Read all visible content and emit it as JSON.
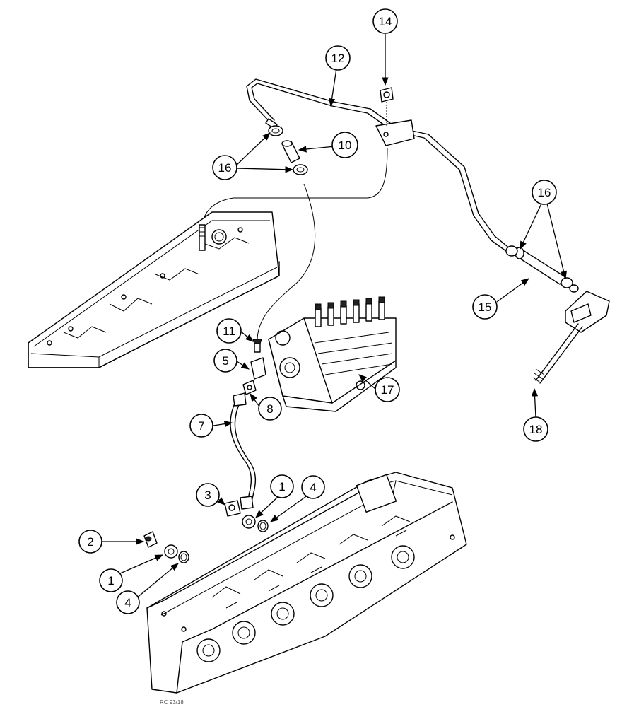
{
  "callouts": {
    "c1a": "1",
    "c1b": "1",
    "c2": "2",
    "c3": "3",
    "c4a": "4",
    "c4b": "4",
    "c5": "5",
    "c7": "7",
    "c8": "8",
    "c10": "10",
    "c11": "11",
    "c12": "12",
    "c14": "14",
    "c15": "15",
    "c16a": "16",
    "c16b": "16",
    "c17": "17",
    "c18": "18"
  },
  "footer_code": "RC 93/18"
}
